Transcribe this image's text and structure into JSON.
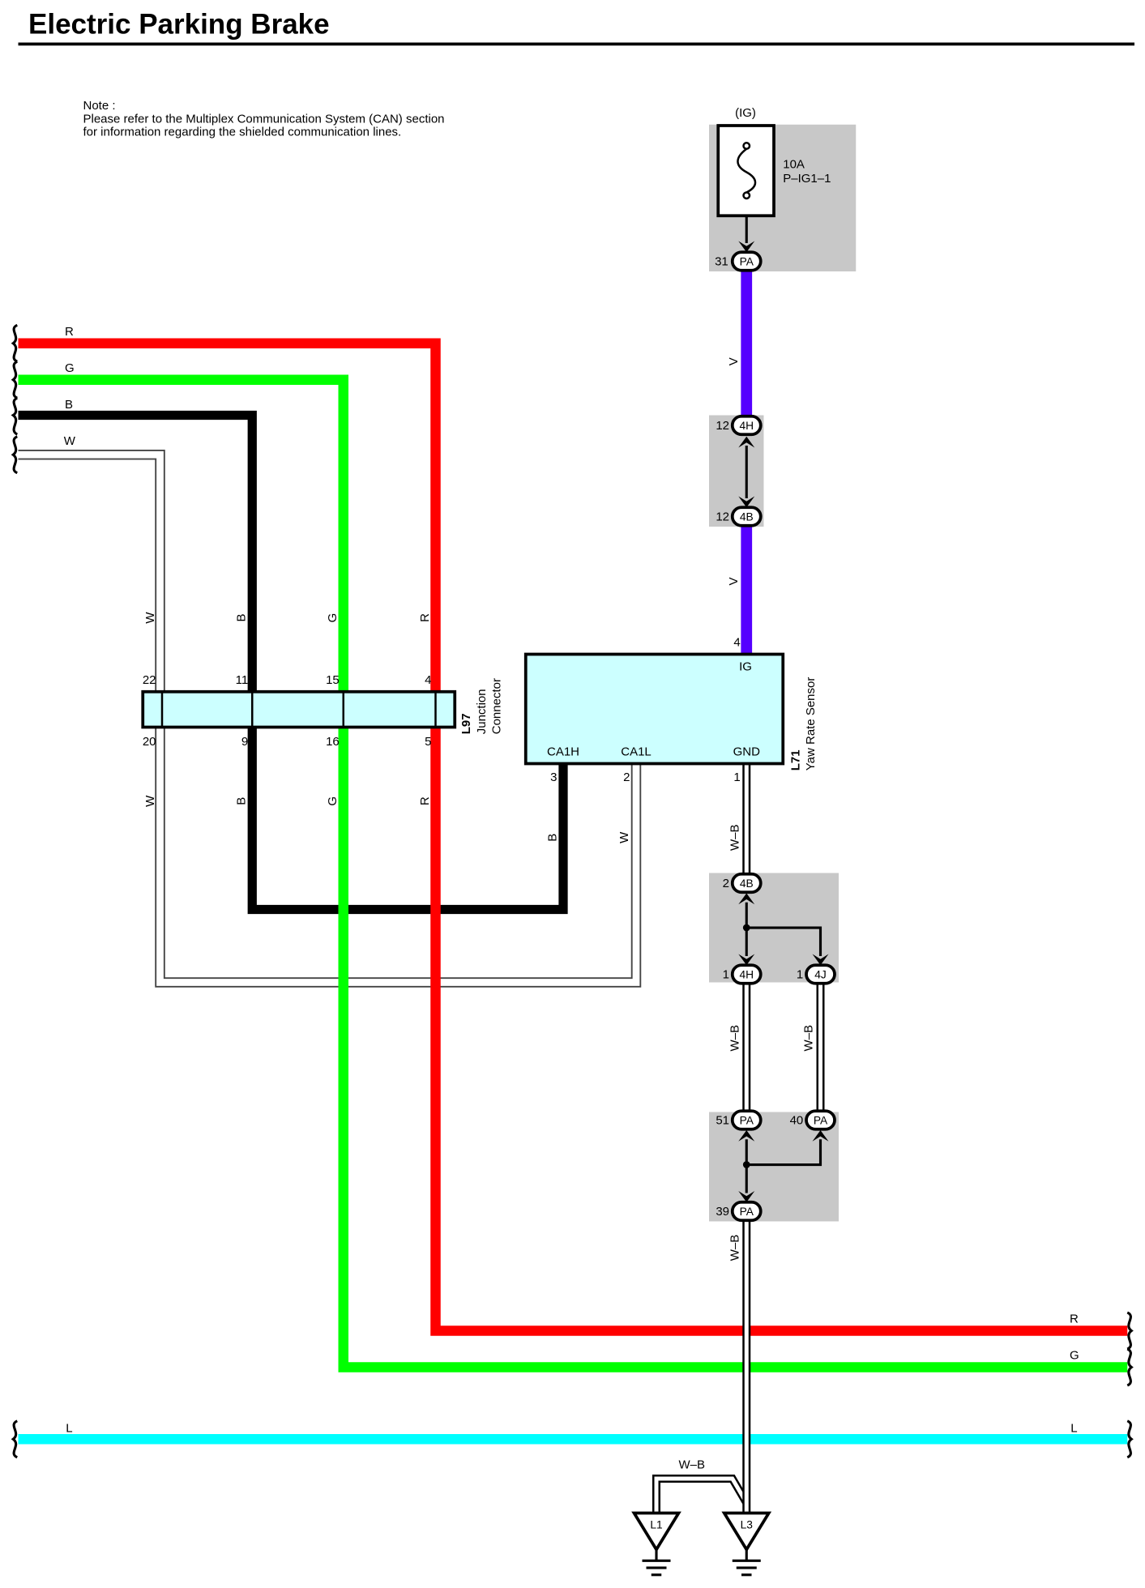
{
  "title": "Electric Parking Brake",
  "note": {
    "heading": "Note :",
    "lines": [
      "Please refer to the Multiplex Communication System (CAN) section",
      "for information regarding the shielded communication lines."
    ]
  },
  "power_source": "(IG)",
  "fuse": {
    "rating": "10A",
    "name": "P–IG1–1"
  },
  "wire_codes": {
    "red": "R",
    "green": "G",
    "black": "B",
    "white": "W",
    "violet": "V",
    "light_blue": "L",
    "white_black": "W–B"
  },
  "colors": {
    "red": "#ff0000",
    "green": "#00ff00",
    "black": "#000000",
    "white_outline": "#444444",
    "violet": "#5500ff",
    "light_blue": "#00ffff",
    "component_fill": "#ccffff",
    "shade": "#c8c8c8"
  },
  "connectors": [
    {
      "pin": "31",
      "code": "PA"
    },
    {
      "pin": "12",
      "code": "4H"
    },
    {
      "pin": "12",
      "code": "4B"
    },
    {
      "pin": "2",
      "code": "4B"
    },
    {
      "pin": "1",
      "code": "4H"
    },
    {
      "pin": "1",
      "code": "4J"
    },
    {
      "pin": "51",
      "code": "PA"
    },
    {
      "pin": "40",
      "code": "PA"
    },
    {
      "pin": "39",
      "code": "PA"
    }
  ],
  "yaw_rate_sensor": {
    "id": "L71",
    "name": "Yaw Rate Sensor",
    "terminals": {
      "ig": "IG",
      "ca1h": "CA1H",
      "ca1l": "CA1L",
      "gnd": "GND"
    },
    "pins": {
      "ig": "4",
      "ca1h": "3",
      "ca1l": "2",
      "gnd": "1"
    }
  },
  "junction_connector": {
    "id": "L97",
    "name": [
      "Junction",
      "Connector"
    ],
    "pins_top": [
      "22",
      "11",
      "15",
      "4"
    ],
    "pins_bottom": [
      "20",
      "9",
      "16",
      "5"
    ]
  },
  "grounds": [
    "L1",
    "L3"
  ]
}
